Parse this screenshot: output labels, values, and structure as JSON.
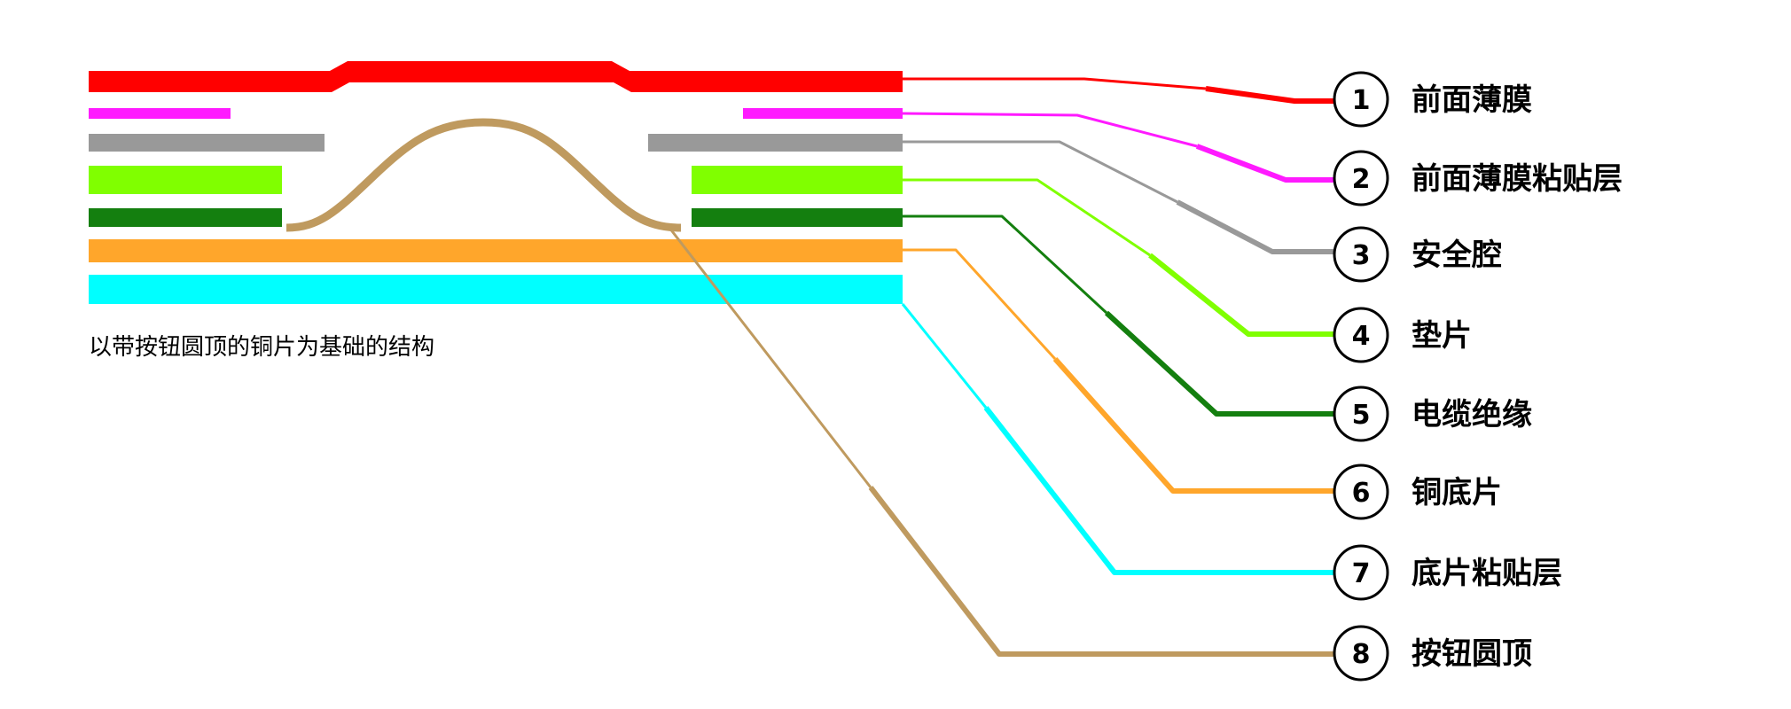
{
  "caption": "以带按钮圆顶的铜片为基础的结构",
  "layers": [
    {
      "number": "1",
      "label": "前面薄膜",
      "color": "#ff0000"
    },
    {
      "number": "2",
      "label": "前面薄膜粘贴层",
      "color": "#ff1aff"
    },
    {
      "number": "3",
      "label": "安全腔",
      "color": "#999999"
    },
    {
      "number": "4",
      "label": "垫片",
      "color": "#80ff00"
    },
    {
      "number": "5",
      "label": "电缆绝缘",
      "color": "#147f0f"
    },
    {
      "number": "6",
      "label": "铜底片",
      "color": "#ffa62b"
    },
    {
      "number": "7",
      "label": "底片粘贴层",
      "color": "#00ffff"
    },
    {
      "number": "8",
      "label": "按钮圆顶",
      "color": "#bf9a5f"
    }
  ]
}
